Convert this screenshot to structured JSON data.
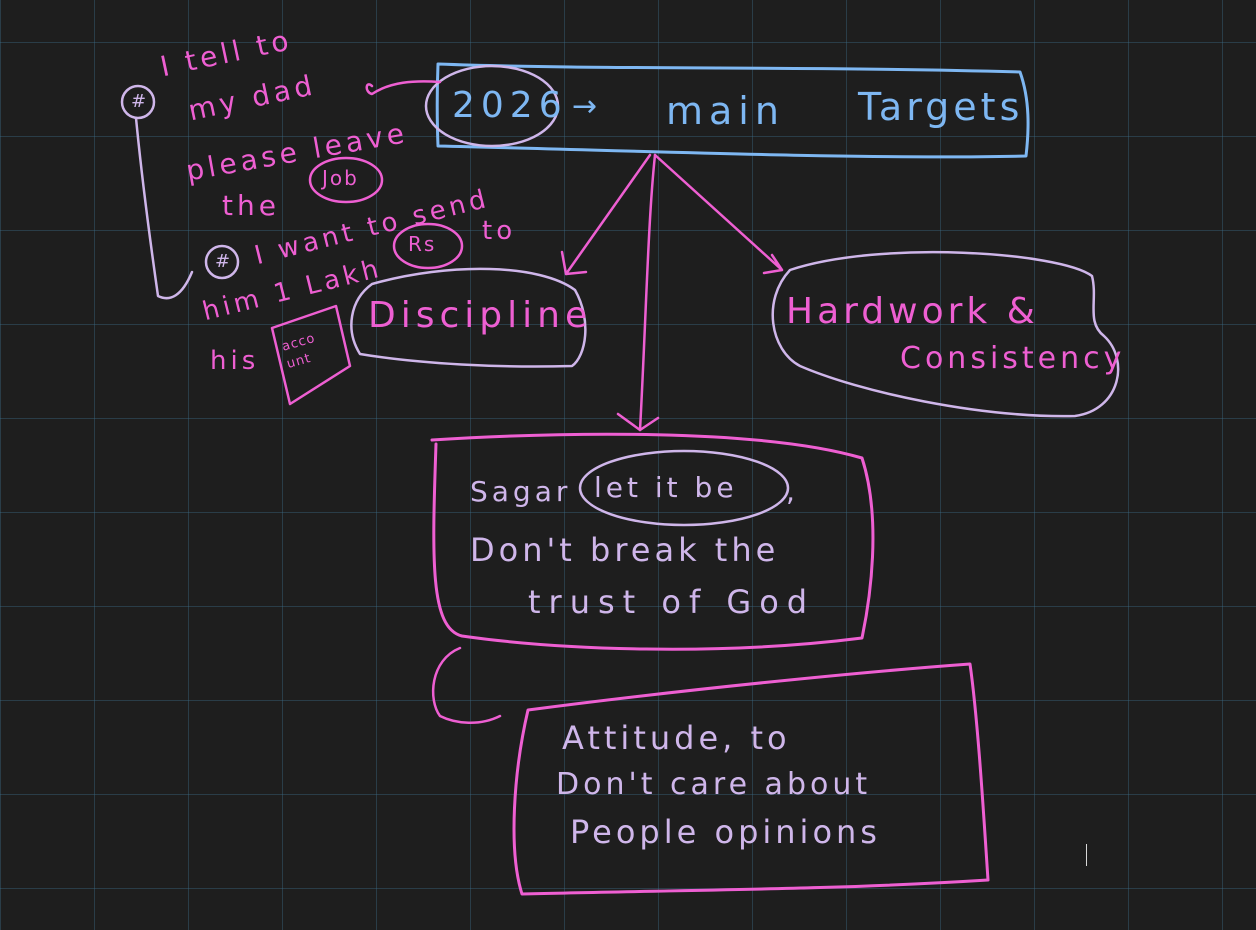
{
  "colors": {
    "blue": "#7eb7f2",
    "pink": "#ee5fd2",
    "lavender": "#cfb6ea",
    "background": "#1e1e1e",
    "grid": "#3c6e8c"
  },
  "notes": {
    "title_year": "2026",
    "title_arrow": "→",
    "title_main": "main",
    "title_targets": "Targets",
    "discipline": "Discipline",
    "hardwork_line1": "Hardwork &",
    "hardwork_line2": "Consistency",
    "center_line1_a": "Sagar",
    "center_line1_b": "let it be",
    "center_line1_c": ",",
    "center_line2": "Don't break the",
    "center_line3": "trust of God",
    "bottom_line1": "Attitude, to",
    "bottom_line2": "Don't care about",
    "bottom_line3": "People opinions",
    "side_marker_1": "#",
    "side_line1": "I tell to",
    "side_line2": "my dad",
    "side_line3": "please leave",
    "side_line4_a": "the",
    "side_line4_b": "Job",
    "side_marker_2": "#",
    "side_line5": "I want to send",
    "side_line6_a": "him 1 Lakh",
    "side_line6_b": "Rs",
    "side_line6_c": "to",
    "side_line7_a": "his",
    "side_line7_b": "acco unt"
  }
}
